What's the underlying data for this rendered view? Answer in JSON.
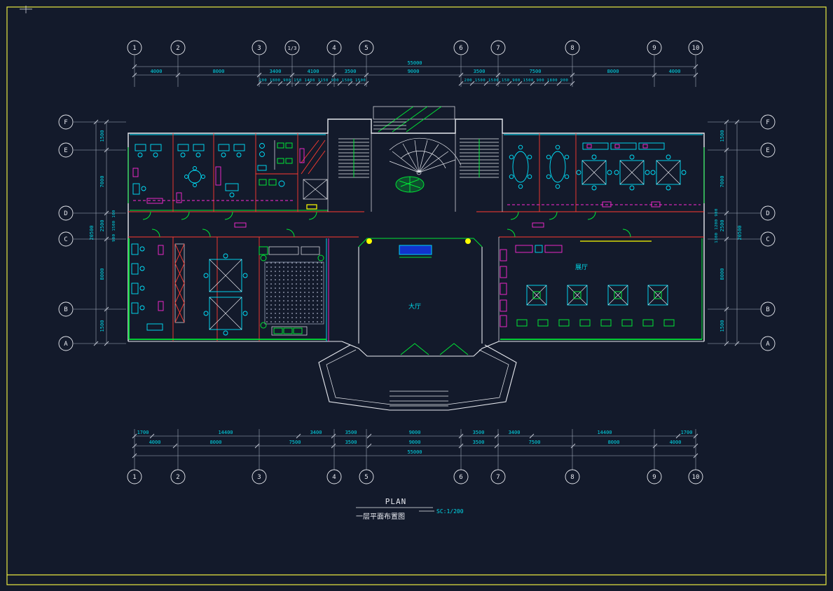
{
  "drawing": {
    "type": "CAD floor plan",
    "palette": {
      "background": "#131a2b",
      "frame": "#e8e840",
      "walls": "#e8eaf0",
      "furniture": "#00e5ff",
      "accent_green": "#00e636",
      "accent_magenta": "#ff2bd6",
      "accent_red": "#ff3b30",
      "accent_yellow": "#ffff00",
      "reception_blue": "#1133cc",
      "dimension_text": "#00d9e8"
    }
  },
  "axes": {
    "top": [
      "1",
      "2",
      "3",
      "1/3",
      "4",
      "5",
      "6",
      "7",
      "8",
      "9",
      "10"
    ],
    "bottom": [
      "1",
      "2",
      "3",
      "4",
      "5",
      "6",
      "7",
      "8",
      "9",
      "10"
    ],
    "left": [
      "F",
      "E",
      "D",
      "C",
      "B",
      "A"
    ],
    "right": [
      "F",
      "E",
      "D",
      "C",
      "B",
      "A"
    ]
  },
  "dims": {
    "top": {
      "total": "55000",
      "bays": [
        "4000",
        "8000",
        "3400",
        "4100",
        "3500",
        "9000",
        "3500",
        "7500",
        "8000",
        "4000"
      ],
      "small_left": "200 1800 900 150 1400 1150 900 1500 1500",
      "small_right": "200 1500 1500 150 900 1500 900 1800 900"
    },
    "bottom": {
      "total": "55000",
      "outer": [
        "1700",
        "14400",
        "3400",
        "3500",
        "9000",
        "3500",
        "3400",
        "14400",
        "1700"
      ],
      "bays": [
        "4000",
        "8000",
        "7500",
        "3500",
        "9000",
        "3500",
        "7500",
        "8000",
        "4000"
      ]
    },
    "left": {
      "total": "20500",
      "segs": [
        "1500",
        "7000",
        "2500",
        "8000",
        "1500"
      ],
      "small": "900 1500 100"
    },
    "right": {
      "total": "20500",
      "segs": [
        "1500",
        "7000",
        "2500",
        "8000",
        "1500"
      ],
      "small": "1300 1200 900"
    }
  },
  "title": {
    "plan": "PLAN",
    "name_cn": "一层平面布置图",
    "scale": "SC:1/200"
  },
  "rooms": {
    "lobby": "大厅",
    "hall": "展厅"
  }
}
